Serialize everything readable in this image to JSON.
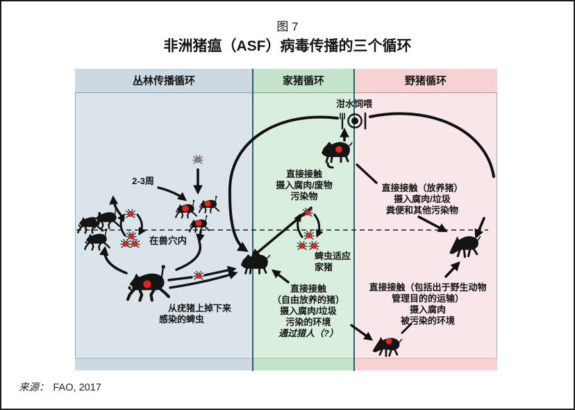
{
  "figure": {
    "label": "图 7",
    "title": "非洲猪瘟（ASF）病毒传播的三个循环"
  },
  "columns": [
    {
      "header": "丛林传播循环"
    },
    {
      "header": "家猪循环"
    },
    {
      "header": "野猪循环"
    }
  ],
  "labels": {
    "weeks": "2-3周",
    "burrow": "在兽穴内",
    "tick_drop": [
      "从疣猪上掉下来",
      "感染的蜱虫"
    ],
    "swill": "泔水饲喂",
    "domestic_contact": [
      "直接接触",
      "摄入腐肉/废物",
      "污染物"
    ],
    "tick_adapt": [
      "蜱虫适应",
      "家猪"
    ],
    "free_range": [
      "直接接触",
      "（自由放养的猪）",
      "摄入腐肉/垃圾",
      "污染的环境",
      "通过猎人（?）"
    ],
    "wild_contact": [
      "直接接触（放养猪）",
      "摄入腐肉/垃圾",
      "粪便和其他污染物"
    ],
    "wild_transport": [
      "直接接触（包括出于野生动物",
      "管理目的的运输）",
      "摄入腐肉",
      "被污染的环境"
    ]
  },
  "source": {
    "prefix": "来源：",
    "text": "FAO, 2017"
  },
  "colors": {
    "sylvatic_header": "#ccd9e2",
    "sylvatic_body": "#dbe4ea",
    "domestic_header": "#c3e4cb",
    "domestic_body": "#daeede",
    "wild_header": "#f8d2d2",
    "wild_body": "#f8e6e8",
    "divider": "#2b5c6a",
    "infection_dot": "#e8231d",
    "ink": "#111111"
  }
}
